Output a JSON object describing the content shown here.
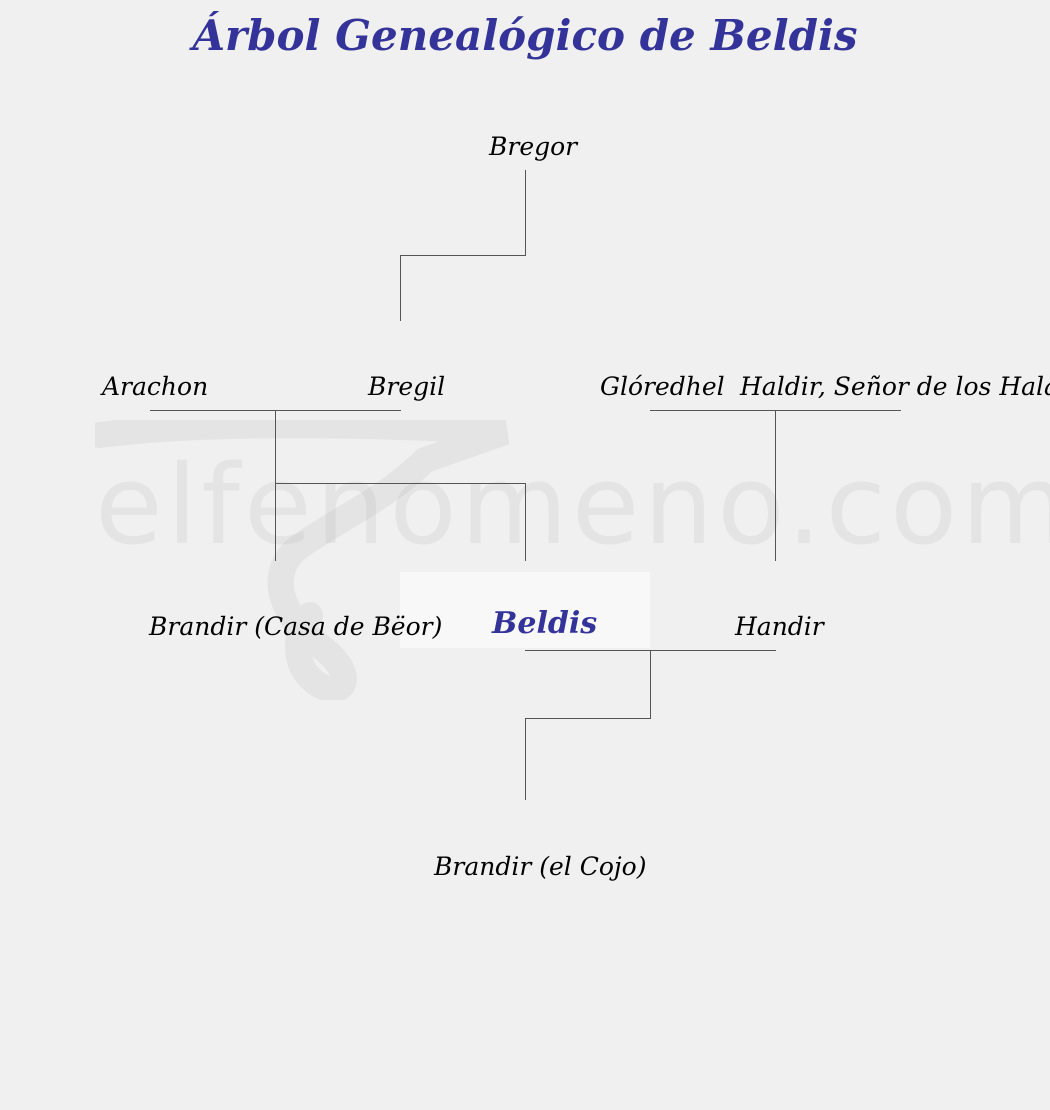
{
  "title": "Árbol Genealógico de Beldis",
  "watermark": "elfenomeno.com",
  "people": {
    "bregor": "Bregor",
    "arachon": "Arachon",
    "bregil": "Bregil",
    "gloredhel": "Glóredhel",
    "haldir": "Haldir, Señor de los Haladin",
    "brandir_beor": "Brandir (Casa de Bëor)",
    "beldis": "Beldis",
    "handir": "Handir",
    "brandir_cojo": "Brandir (el Cojo)"
  },
  "colors": {
    "accent": "#333399",
    "text": "#000000",
    "lines": "#555555",
    "background": "#f0f0f0"
  }
}
